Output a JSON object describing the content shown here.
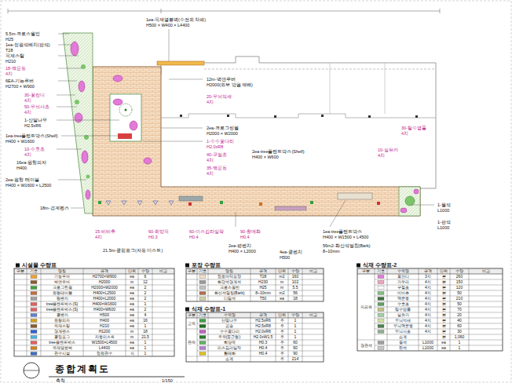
{
  "diagram": {
    "title": "종합계획도",
    "labels": [
      "5.5m-크로스월빈",
      "H25",
      "1ea-정원석배치(판석)",
      "T28",
      "목재스탈",
      "H210",
      "18-맥문동",
      "4치",
      "6EA-기능루버",
      "H2700 × W900",
      "30-꽃잔디",
      "4치",
      "50-무늬사초",
      "4치",
      "1-산딸나무",
      "H2.5xR6",
      "1ea-tree플랜트박스(Shelf)",
      "H400 × W1600",
      "10-수호초",
      "4치",
      "16ea-원형의자",
      "H400",
      "2ea-원형 테이블",
      "H400 × W1600 × L2500",
      "18m-경계펜스",
      "1ea-목재열봉벽(수전외 차폐)",
      "H500 × W400 × L4400",
      "12m-벽면루버",
      "H2000(외부 방음 재배)",
      "20-무늬억새",
      "4치",
      "2ea-크로그린월",
      "H2000 × W2000",
      "1-수수꽃다리",
      "H2.0xR8",
      "40-구절초",
      "4치",
      "35-맥문동",
      "4치",
      "2ea-tree플랜트박스(Shelf)",
      "H400 × W600",
      "10-실유카",
      "4치",
      "30-털수염풀",
      "4치",
      "1-월석",
      "L1000",
      "1-판석",
      "L1000",
      "15-비비추",
      "4치",
      "60-회양목",
      "H0.3",
      "60-미스김라일락",
      "H0.4",
      "90-황매화",
      "H0.4",
      "21.5m-쿨링포그(자동 미스트)",
      "2ea-평벤치",
      "H400 × L2000",
      "4ea-쿨벤치",
      "H500",
      "1ea-tree플랜트박스",
      "H400 × W1500 × L4500",
      "56m2-화산석멀칭(Bark)",
      "8~10mm",
      "시설물 수량표",
      "구분",
      "기호",
      "명칭",
      "규격",
      "단위",
      "수량",
      "비고",
      "기능루버",
      "H2700×W900",
      "ea",
      "6",
      "벽면루버",
      "H2000",
      "m",
      "12",
      "크로그린월",
      "H2000×W2000",
      "ea",
      "2",
      "원형테이블",
      "H400×L2500",
      "ea",
      "2",
      "평벤치",
      "H400×L2000",
      "ea",
      "2",
      "tree플랜트박스(S)",
      "H400×W1600",
      "ea",
      "1",
      "tree플랜트박스(S)",
      "H400×W600",
      "ea",
      "2",
      "쿨벤치",
      "H500",
      "ea",
      "4",
      "원형의자",
      "H400",
      "ea",
      "16",
      "목재스탈",
      "H210",
      "ea",
      "1",
      "경계펜스",
      "H1200",
      "m",
      "18",
      "쿨링포그",
      "자동미스트",
      "m",
      "21.5",
      "tree플랜트박스",
      "W1500×L4500",
      "ea",
      "1",
      "목재열봉벽",
      "L4400",
      "ea",
      "1",
      "관수시설",
      "정원관수",
      "식",
      "1",
      "포장 수량표",
      "구분",
      "기호",
      "명칭",
      "규격",
      "단위",
      "수량",
      "비고",
      "점토바닥포장",
      "T28",
      "m2",
      "160",
      "화강석경계석",
      "H230",
      "m",
      "102",
      "크로스월빈",
      "H25",
      "m",
      "5.5",
      "화산석멀칭(Bark)",
      "8~10mm",
      "m2",
      "56",
      "디딤석",
      "T50",
      "ea",
      "18",
      "식재 수량표-1",
      "구분",
      "기호",
      "수목명",
      "규격",
      "단위",
      "수량",
      "비고",
      "교목",
      "산딸나무",
      "H2.5xR6",
      "주",
      "1",
      "곰솔",
      "H2.5xR8",
      "주",
      "1",
      "관목",
      "수수꽃다리",
      "H2.0xR8",
      "주",
      "1",
      "주목(둥근형)",
      "H2.0xW1.5",
      "주",
      "1",
      "회양목",
      "H0.3",
      "주",
      "60",
      "미스김라일락",
      "H0.4",
      "주",
      "60",
      "황매화",
      "H0.4",
      "주",
      "90",
      "소계",
      "주",
      "214",
      "식재 수량표-2",
      "구분",
      "기호",
      "수목명",
      "규격",
      "단위",
      "수량",
      "비고",
      "지피류",
      "꽃잔디",
      "3치",
      "본",
      "260",
      "가우라",
      "4치",
      "본",
      "150",
      "구절초",
      "4치",
      "본",
      "120",
      "비비추",
      "4치",
      "본",
      "50",
      "맥문동",
      "4치",
      "본",
      "210",
      "수호초",
      "4치",
      "본",
      "50",
      "털수염풀",
      "4치",
      "본",
      "70",
      "실유카",
      "4치",
      "본",
      "20",
      "무늬억새",
      "4치",
      "본",
      "40",
      "무늬맥문동",
      "4치",
      "본",
      "60",
      "무늬사초",
      "4치",
      "본",
      "30",
      "소계",
      "본",
      "1,060",
      "경관석",
      "월석",
      "L1000",
      "ea",
      "1",
      "판석",
      "L1000",
      "ea",
      "1",
      "축척",
      "1/150"
    ]
  }
}
